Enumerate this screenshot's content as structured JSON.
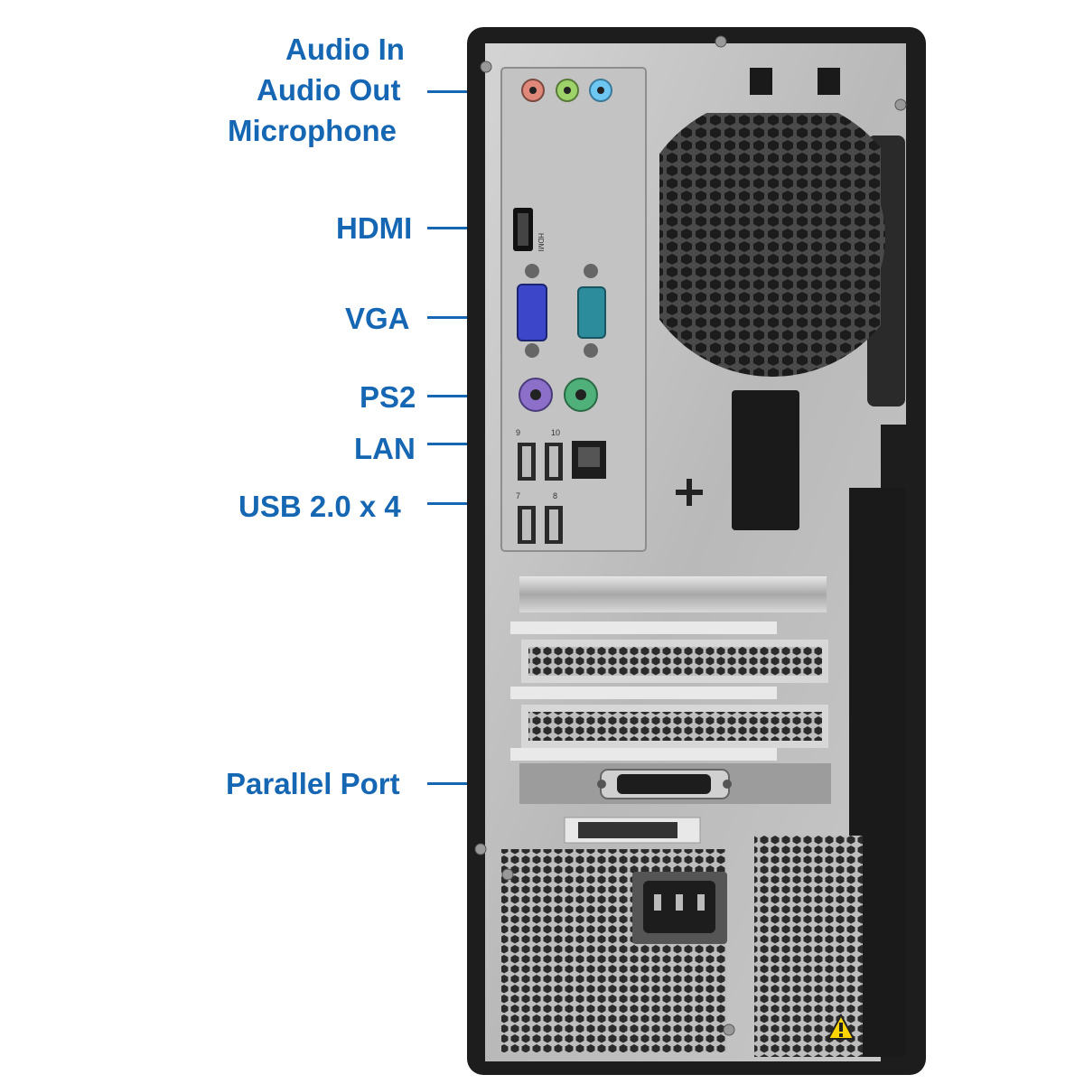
{
  "labels": {
    "audio_in": "Audio In",
    "audio_out": "Audio Out",
    "microphone": "Microphone",
    "hdmi": "HDMI",
    "vga": "VGA",
    "ps2": "PS2",
    "lan": "LAN",
    "usb": "USB 2.0 x 4",
    "parallel": "Parallel Port"
  },
  "port_markings": {
    "hdmi": "HDMI",
    "usb_top_left": "9",
    "usb_top_right": "10",
    "usb_bottom_left": "7",
    "usb_bottom_right": "8"
  },
  "colors": {
    "label_blue": "#1567b3",
    "audio_pink": "#e0887a",
    "audio_green": "#9ed36a",
    "audio_blue": "#6ec6f2",
    "vga_blue": "#3b46c8",
    "serial_teal": "#2d8c9c",
    "ps2_purple": "#8b6fc9",
    "ps2_green": "#4fb07a"
  }
}
